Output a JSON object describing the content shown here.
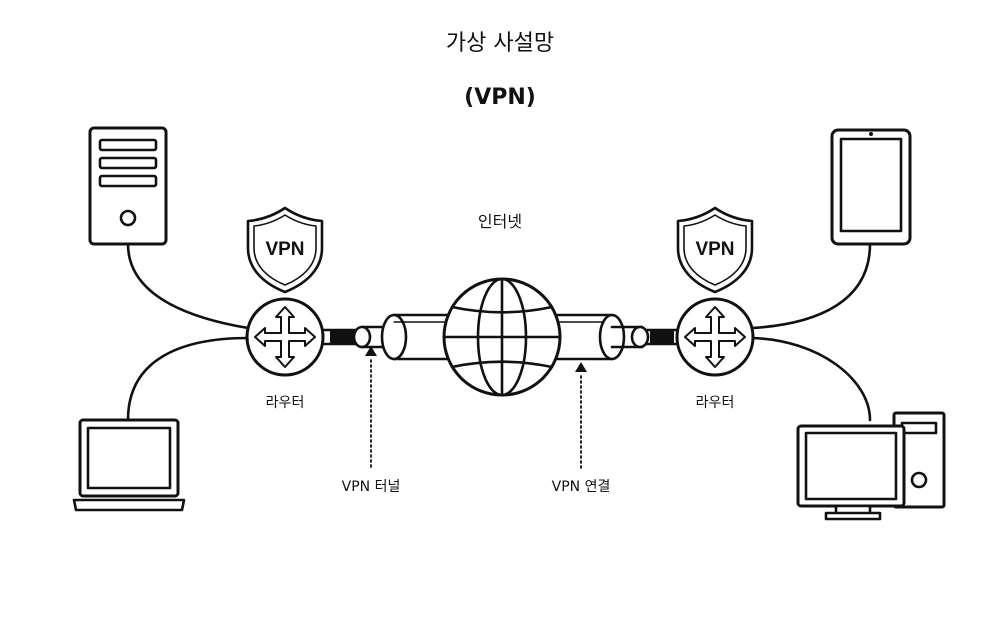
{
  "title": "가상 사설망",
  "subtitle": "(VPN)",
  "labels": {
    "internet": "인터넷",
    "router_left": "라우터",
    "router_right": "라우터",
    "vpn_tunnel": "VPN 터널",
    "vpn_connection": "VPN 연결"
  },
  "shield_left_text": "VPN",
  "shield_right_text": "VPN",
  "colors": {
    "stroke": "#111111",
    "background": "#ffffff"
  },
  "icons": [
    "server-tower-icon",
    "laptop-icon",
    "tablet-icon",
    "desktop-computer-icon",
    "router-icon",
    "shield-icon",
    "globe-icon",
    "tunnel-pipe-icon",
    "arrow-up-icon"
  ]
}
